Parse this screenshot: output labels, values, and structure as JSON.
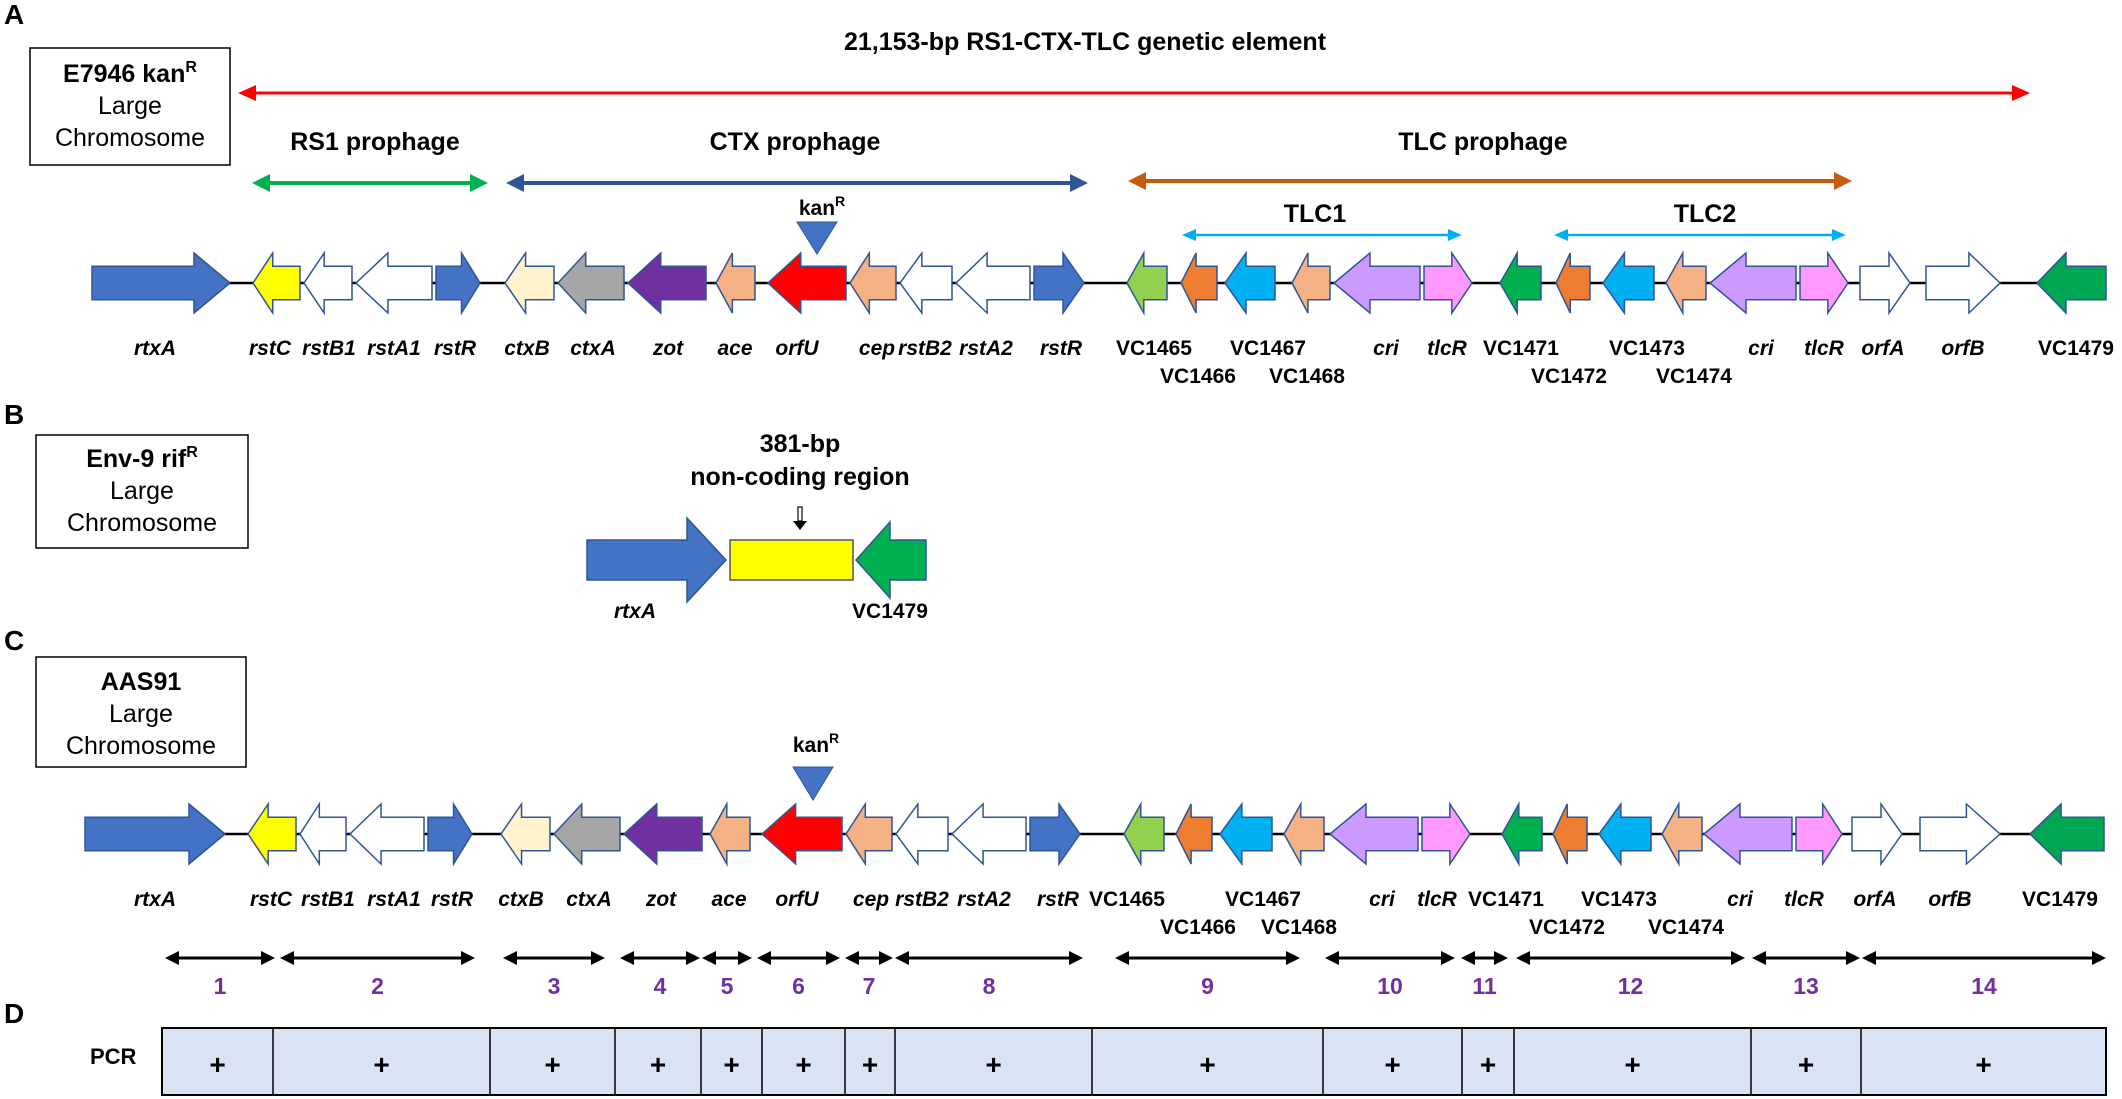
{
  "panels": {
    "A": {
      "label": "A",
      "strain_box": [
        "E7946 kan",
        "Large",
        "Chromosome"
      ],
      "strain_sup": "R",
      "element_title": "21,153-bp RS1-CTX-TLC genetic element",
      "prophages": [
        "RS1 prophage",
        "CTX prophage",
        "TLC prophage",
        "TLC1",
        "TLC2"
      ],
      "marker": {
        "text": "kan",
        "sup": "R"
      }
    },
    "B": {
      "label": "B",
      "strain_box": [
        "Env-9 rif",
        "Large",
        "Chromosome"
      ],
      "strain_sup": "R",
      "region_title": [
        "381-bp",
        "non-coding region"
      ],
      "genes": [
        "rtxA",
        "VC1479"
      ]
    },
    "C": {
      "label": "C",
      "strain_box": [
        "AAS91",
        "Large",
        "Chromosome"
      ],
      "marker": {
        "text": "kan",
        "sup": "R"
      },
      "segments": [
        "1",
        "2",
        "3",
        "4",
        "5",
        "6",
        "7",
        "8",
        "9",
        "10",
        "11",
        "12",
        "13",
        "14"
      ]
    },
    "D": {
      "label": "D",
      "row_label": "PCR",
      "results": [
        "+",
        "+",
        "+",
        "+",
        "+",
        "+",
        "+",
        "+",
        "+",
        "+",
        "+",
        "+",
        "+",
        "+"
      ]
    }
  },
  "gene_labels": [
    "rtxA",
    "rstC",
    "rstB1",
    "rstA1",
    "rstR",
    "ctxB",
    "ctxA",
    "zot",
    "ace",
    "orfU",
    "cep",
    "rstB2",
    "rstA2",
    "rstR",
    "VC1465",
    "VC1466",
    "VC1467",
    "VC1468",
    "cri",
    "tlcR",
    "VC1471",
    "VC1472",
    "VC1473",
    "VC1474",
    "cri",
    "tlcR",
    "orfA",
    "orfB",
    "VC1479"
  ],
  "colors": {
    "rtxA": "#4472C4",
    "rstC": "#FFFF00",
    "white": "#FFFFFF",
    "rstR": "#4472C4",
    "ctxB": "#FFF2CC",
    "ctxA": "#A6A6A6",
    "zot": "#7030A0",
    "salmon": "#F4B183",
    "orfU": "#FF0000",
    "lime": "#92D050",
    "orange": "#ED7D31",
    "cyan": "#00B0F0",
    "lavender": "#CC99FF",
    "pink": "#FF99FF",
    "green": "#00B050",
    "vc1479": "#00A651",
    "element_arrow": "#FF0000",
    "rs1_arrow": "#00B050",
    "ctx_arrow": "#2F5597",
    "tlc_arrow": "#C55A11",
    "tlc_sub_arrow": "#00B0F0",
    "segment_label": "#7030A0",
    "pcr_fill": "#DAE3F3",
    "noncoding": "#FFFF00"
  }
}
